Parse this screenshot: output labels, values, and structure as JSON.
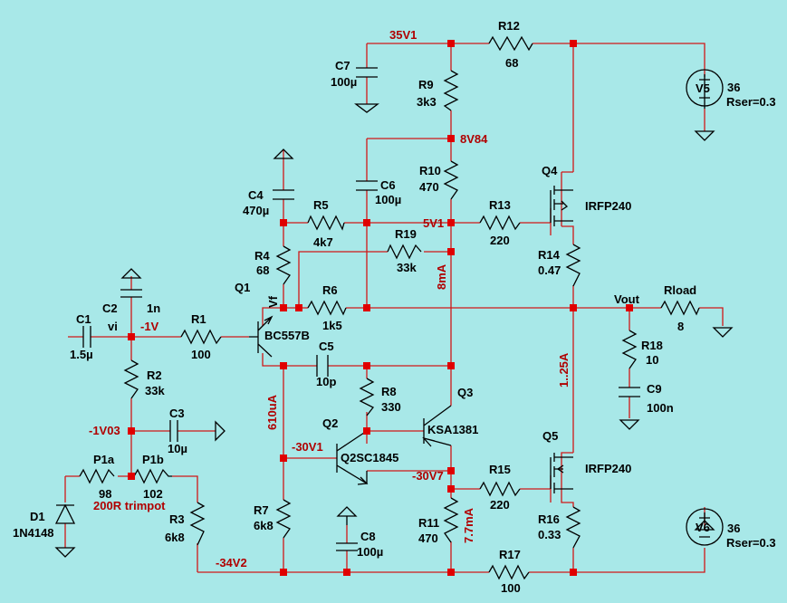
{
  "colors": {
    "background": "#a8e8e8",
    "wire": "#d01818",
    "node": "#e00000",
    "component": "#000000",
    "net_label": "#b00000"
  },
  "net_labels": {
    "v35v1": "35V1",
    "v8v84": "8V84",
    "v5v1": "5V1",
    "n1v": "-1V",
    "n1v03": "-1V03",
    "n30v1": "-30V1",
    "n30v7": "-30V7",
    "n34v2": "-34V2",
    "i8ma": "8mA",
    "i610ua": "610uA",
    "i1_25a": "1..25A",
    "i7_7ma": "7.7mA",
    "vout": "Vout",
    "vi": "vi",
    "vf": "Vf"
  },
  "components": {
    "r12": {
      "name": "R12",
      "value": "68"
    },
    "r9": {
      "name": "R9",
      "value": "3k3"
    },
    "r10": {
      "name": "R10",
      "value": "470"
    },
    "r13": {
      "name": "R13",
      "value": "220"
    },
    "r5": {
      "name": "R5",
      "value": "4k7"
    },
    "r19": {
      "name": "R19",
      "value": "33k"
    },
    "r4": {
      "name": "R4",
      "value": "68"
    },
    "r6": {
      "name": "R6",
      "value": "1k5"
    },
    "r14": {
      "name": "R14",
      "value": "0.47"
    },
    "rload": {
      "name": "Rload",
      "value": "8"
    },
    "r18": {
      "name": "R18",
      "value": "10"
    },
    "r1": {
      "name": "R1",
      "value": "100"
    },
    "r2": {
      "name": "R2",
      "value": "33k"
    },
    "r8": {
      "name": "R8",
      "value": "330"
    },
    "r15": {
      "name": "R15",
      "value": "220"
    },
    "r7": {
      "name": "R7",
      "value": "6k8"
    },
    "r11": {
      "name": "R11",
      "value": "470"
    },
    "r16": {
      "name": "R16",
      "value": "0.33"
    },
    "r17": {
      "name": "R17",
      "value": "100"
    },
    "r3": {
      "name": "R3",
      "value": "6k8"
    },
    "p1a": {
      "name": "P1a",
      "value": "98"
    },
    "p1b": {
      "name": "P1b",
      "value": "102"
    },
    "trimpot": "200R trimpot",
    "c7": {
      "name": "C7",
      "value": "100µ"
    },
    "c6": {
      "name": "C6",
      "value": "100µ"
    },
    "c4": {
      "name": "C4",
      "value": "470µ"
    },
    "c2": {
      "name": "C2",
      "value": "1n"
    },
    "c1": {
      "name": "C1",
      "value": "1.5µ"
    },
    "c3": {
      "name": "C3",
      "value": "10µ"
    },
    "c5": {
      "name": "C5",
      "value": "10p"
    },
    "c8": {
      "name": "C8",
      "value": "100µ"
    },
    "c9": {
      "name": "C9",
      "value": "100n"
    },
    "d1": {
      "name": "D1",
      "value": "1N4148"
    },
    "q1": {
      "name": "Q1",
      "model": "BC557B"
    },
    "q2": {
      "name": "Q2",
      "model": "Q2SC1845"
    },
    "q3": {
      "name": "Q3",
      "model": "KSA1381"
    },
    "q4": {
      "name": "Q4",
      "model": "IRFP240"
    },
    "q5": {
      "name": "Q5",
      "model": "IRFP240"
    },
    "v5": {
      "name": "V5",
      "value": "36",
      "rser": "Rser=0.3"
    },
    "v6": {
      "name": "V6",
      "value": "36",
      "rser": "Rser=0.3"
    }
  }
}
